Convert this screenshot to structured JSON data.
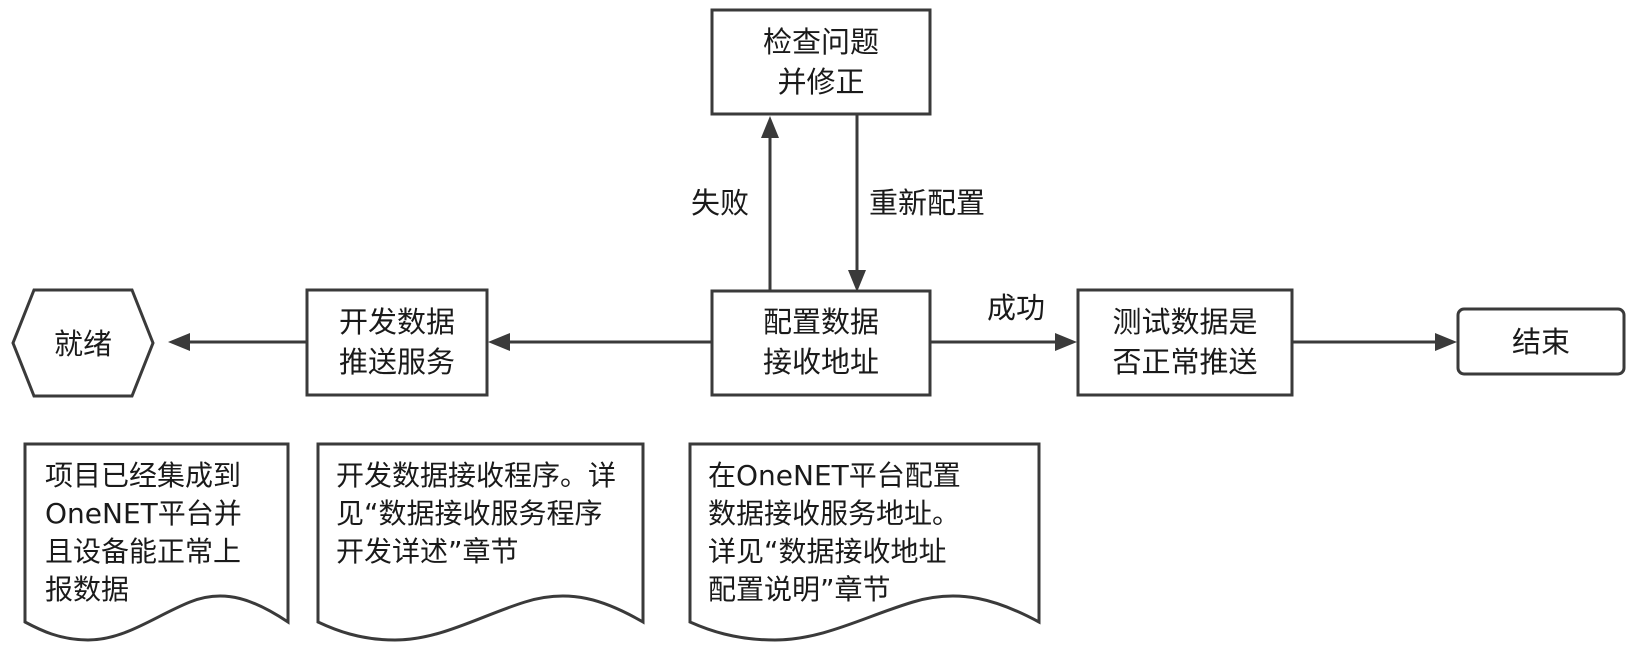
{
  "nodes": {
    "ready": "就绪",
    "push_service": [
      "开发数据",
      "推送服务"
    ],
    "config_addr": [
      "配置数据",
      "接收地址"
    ],
    "check_fix": [
      "检查问题",
      "并修正"
    ],
    "test_push": [
      "测试数据是",
      "否正常推送"
    ],
    "end": "结束"
  },
  "edge_labels": {
    "fail": "失败",
    "reconfigure": "重新配置",
    "success": "成功"
  },
  "notes": {
    "note1": [
      "项目已经集成到",
      "OneNET平台并",
      "且设备能正常上",
      "报数据"
    ],
    "note2": [
      "开发数据接收程序。详",
      "见“数据接收服务程序",
      "开发详述”章节"
    ],
    "note3": [
      "在OneNET平台配置",
      "数据接收服务地址。",
      "详见“数据接收地址",
      "配置说明”章节"
    ]
  }
}
